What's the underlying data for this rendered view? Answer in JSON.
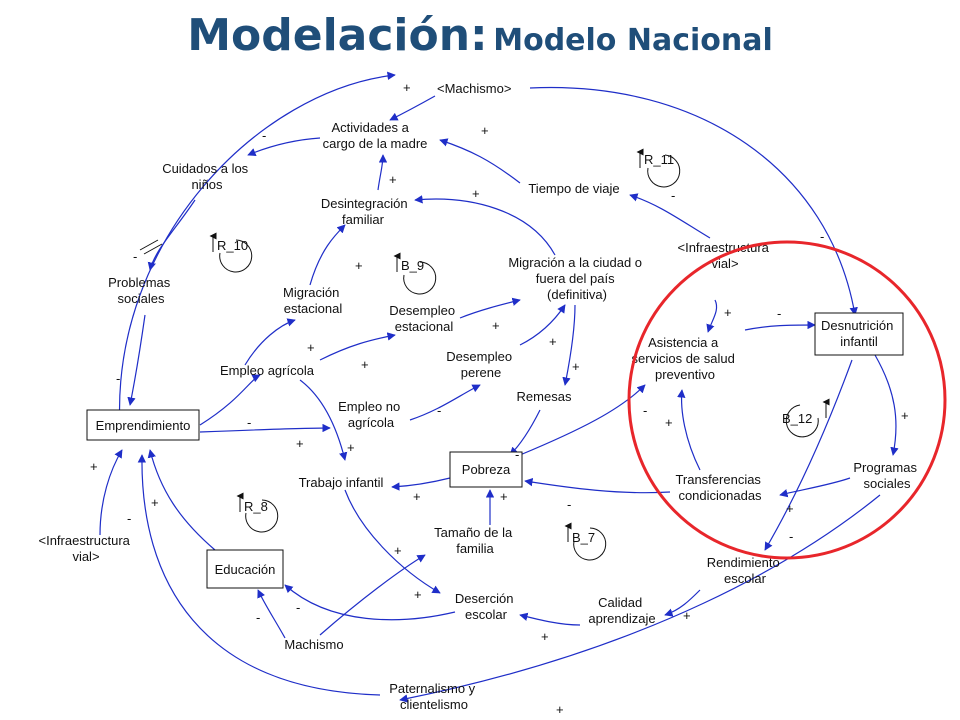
{
  "title": {
    "main": "Modelación:",
    "sub": "Modelo Nacional"
  },
  "nodes": {
    "machismo_shadow": "<Machismo>",
    "actividades": [
      "Actividades a",
      "cargo de la madre"
    ],
    "cuidados": [
      "Cuidados a los",
      "niños"
    ],
    "desintegracion": [
      "Desintegración",
      "familiar"
    ],
    "tiempo_viaje": [
      "Tiempo de viaje"
    ],
    "infra_top": [
      "<Infraestructura",
      "vial>"
    ],
    "problemas": [
      "Problemas",
      "sociales"
    ],
    "migracion_est": [
      "Migración",
      "estacional"
    ],
    "migracion_def": [
      "Migración a la ciudad o",
      "fuera del país",
      "(definitiva)"
    ],
    "desempleo_est": [
      "Desempleo",
      "estacional"
    ],
    "desempleo_per": [
      "Desempleo",
      "perene"
    ],
    "asistencia": [
      "Asistencia a",
      "servicios de salud",
      "preventivo"
    ],
    "desnutricion": [
      "Desnutrición",
      "infantil"
    ],
    "empleo_agricola": [
      "Empleo agrícola"
    ],
    "remesas": [
      "Remesas"
    ],
    "emprendimiento": [
      "Emprendimiento"
    ],
    "empleo_no_agricola": [
      "Empleo no",
      "agrícola"
    ],
    "pobreza": [
      "Pobreza"
    ],
    "programas": [
      "Programas",
      "sociales"
    ],
    "transferencias": [
      "Transferencias",
      "condicionadas"
    ],
    "trabajo_infantil": [
      "Trabajo infantil"
    ],
    "tamano": [
      "Tamaño de la",
      "familia"
    ],
    "infra_left": [
      "<Infraestructura",
      "vial>"
    ],
    "educacion": [
      "Educación"
    ],
    "rendimiento": [
      "Rendimiento",
      "escolar"
    ],
    "calidad": [
      "Calidad",
      "aprendizaje"
    ],
    "desercion": [
      "Deserción",
      "escolar"
    ],
    "machismo": [
      "Machismo"
    ],
    "paternalismo": [
      "Paternalismo y",
      "clientelismo"
    ]
  },
  "loops": [
    "R_11",
    "R_10",
    "B_9",
    "B_12",
    "R_8",
    "B_7"
  ],
  "colors": {
    "title": "#1f4e79",
    "arrow": "#1f2ec8",
    "highlight": "#e8262b"
  }
}
